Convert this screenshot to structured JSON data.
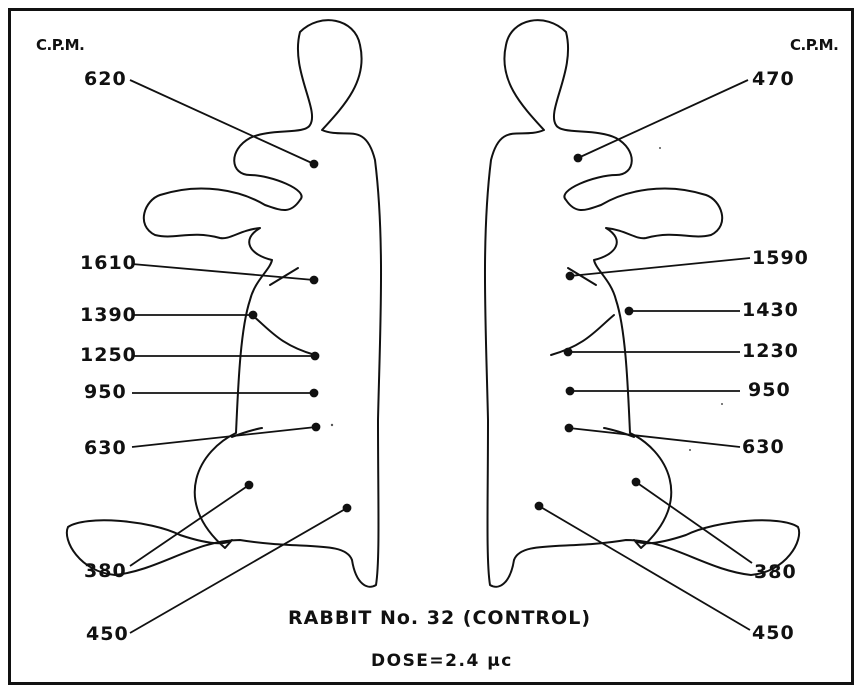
{
  "title": "RABBIT No. 32 (CONTROL)",
  "dose": "DOSE=2.4 µc",
  "left_panel": {
    "unit": "C.P.M.",
    "readings": [
      "620",
      "1610",
      "1390",
      "1250",
      "950",
      "630",
      "380",
      "450"
    ]
  },
  "right_panel": {
    "unit": "C.P.M.",
    "readings": [
      "470",
      "1590",
      "1430",
      "1230",
      "950",
      "630",
      "380",
      "450"
    ]
  },
  "colors": {
    "ink": "#111111",
    "background": "#ffffff"
  }
}
